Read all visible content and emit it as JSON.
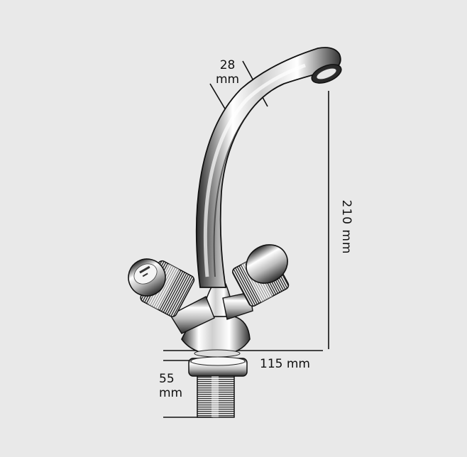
{
  "colors": {
    "background": "#e9e9e9",
    "line": "#111111",
    "chrome_dark": "#3a3a3a",
    "chrome_light": "#ffffff"
  },
  "dimensions": {
    "spout_diameter": {
      "value": "28",
      "unit": "mm"
    },
    "height": "210 mm",
    "width": "115 mm",
    "base": {
      "value": "55",
      "unit": "mm"
    }
  }
}
